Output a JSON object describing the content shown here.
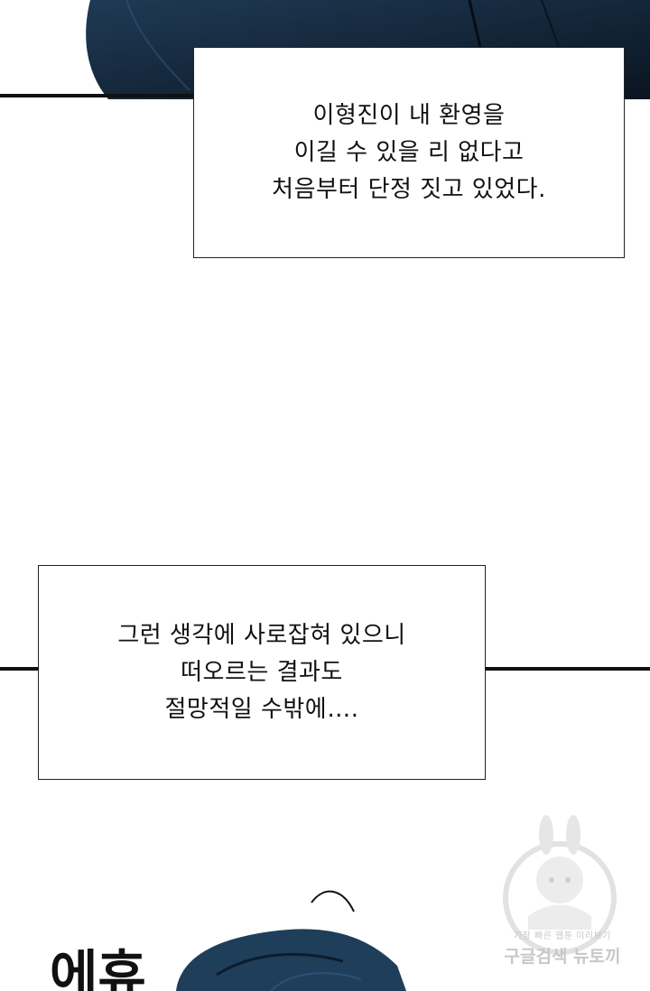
{
  "captions": {
    "box1": {
      "lines": [
        "이형진이 내 환영을",
        "이길 수 있을 리 없다고",
        "처음부터 단정 짓고 있었다."
      ]
    },
    "box2": {
      "lines": [
        "그런 생각에 사로잡혀 있으니",
        "떠오르는 결과도",
        "절망적일 수밖에…."
      ]
    }
  },
  "watermark": {
    "tagline": "가장 빠른 웹툰 미리보기",
    "brand": "구글검색 뉴토끼"
  },
  "sfx": {
    "text": "에휴"
  },
  "colors": {
    "panel_dark": "#0f1b2a",
    "panel_blue": "#1f3a55",
    "line": "#111111",
    "watermark": "#c8c8c8"
  }
}
